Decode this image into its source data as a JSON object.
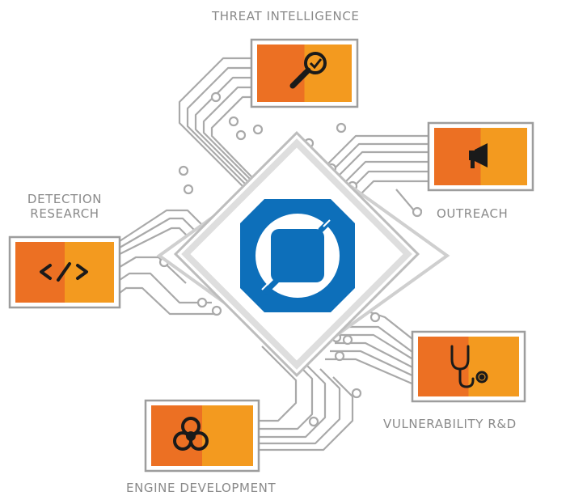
{
  "center": {
    "emblem_color": "#0d6fba",
    "chip_border_color": "#c8c8c8",
    "trace_color": "#a7a7a7"
  },
  "modules": [
    {
      "key": "threat",
      "label": "THREAT INTELLIGENCE",
      "icon": "magnifier-check-icon"
    },
    {
      "key": "outreach",
      "label": "OUTREACH",
      "icon": "megaphone-icon"
    },
    {
      "key": "detection",
      "label_line1": "DETECTION",
      "label_line2": "RESEARCH",
      "icon": "code-brackets-icon"
    },
    {
      "key": "vuln",
      "label": "VULNERABILITY R&D",
      "icon": "stethoscope-icon"
    },
    {
      "key": "engine",
      "label": "ENGINE DEVELOPMENT",
      "icon": "biohazard-icon"
    }
  ],
  "palette": {
    "orange_dark": "#ec7023",
    "orange_light": "#f39a1f",
    "label_grey": "#8a8a8a",
    "frame_grey": "#9d9d9d"
  }
}
